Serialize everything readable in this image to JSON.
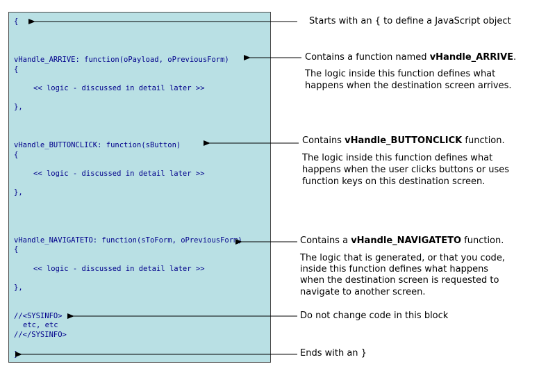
{
  "code": {
    "open_brace": "{",
    "arrive_sig": "vHandle_ARRIVE: function(oPayload, oPreviousForm)",
    "arrive_open": "{",
    "arrive_logic": "<< logic - discussed in detail later >>",
    "arrive_close": "},",
    "buttonclick_sig": "vHandle_BUTTONCLICK: function(sButton)",
    "buttonclick_open": "{",
    "buttonclick_logic": "<< logic - discussed in detail later >>",
    "buttonclick_close": "},",
    "navigateto_sig": "vHandle_NAVIGATETO: function(sToForm, oPreviousForm)",
    "navigateto_open": "{",
    "navigateto_logic": "<< logic - discussed in detail later >>",
    "navigateto_close": "},",
    "sysinfo_open": "//<SYSINFO>",
    "sysinfo_etc": "etc, etc",
    "sysinfo_close": "//</SYSINFO>",
    "close_brace": "}"
  },
  "notes": {
    "start": "Starts with an { to define a JavaScript object",
    "arrive_pre": "Contains a function named ",
    "arrive_bold": "vHandle_ARRIVE",
    "arrive_post": ".",
    "arrive_desc_1": "The logic inside this function defines what",
    "arrive_desc_2": "happens when the destination screen arrives.",
    "buttonclick_pre": "Contains ",
    "buttonclick_bold": "vHandle_BUTTONCLICK",
    "buttonclick_post": " function.",
    "buttonclick_desc_1": "The logic inside this function defines what",
    "buttonclick_desc_2": "happens when the user clicks buttons or uses",
    "buttonclick_desc_3": "function keys on this destination screen.",
    "navigateto_pre": "Contains a ",
    "navigateto_bold": "vHandle_NAVIGATETO",
    "navigateto_post": " function.",
    "navigateto_desc_1": "The logic that is generated, or that you code,",
    "navigateto_desc_2": "inside this function defines what happens",
    "navigateto_desc_3": "when the destination screen is requested to",
    "navigateto_desc_4": "navigate to another screen.",
    "sysinfo": "Do not change code in this block",
    "end": "Ends with an }"
  },
  "colors": {
    "code_bg": "#b9e0e4",
    "code_text": "#00008b",
    "arrow": "#000000"
  }
}
